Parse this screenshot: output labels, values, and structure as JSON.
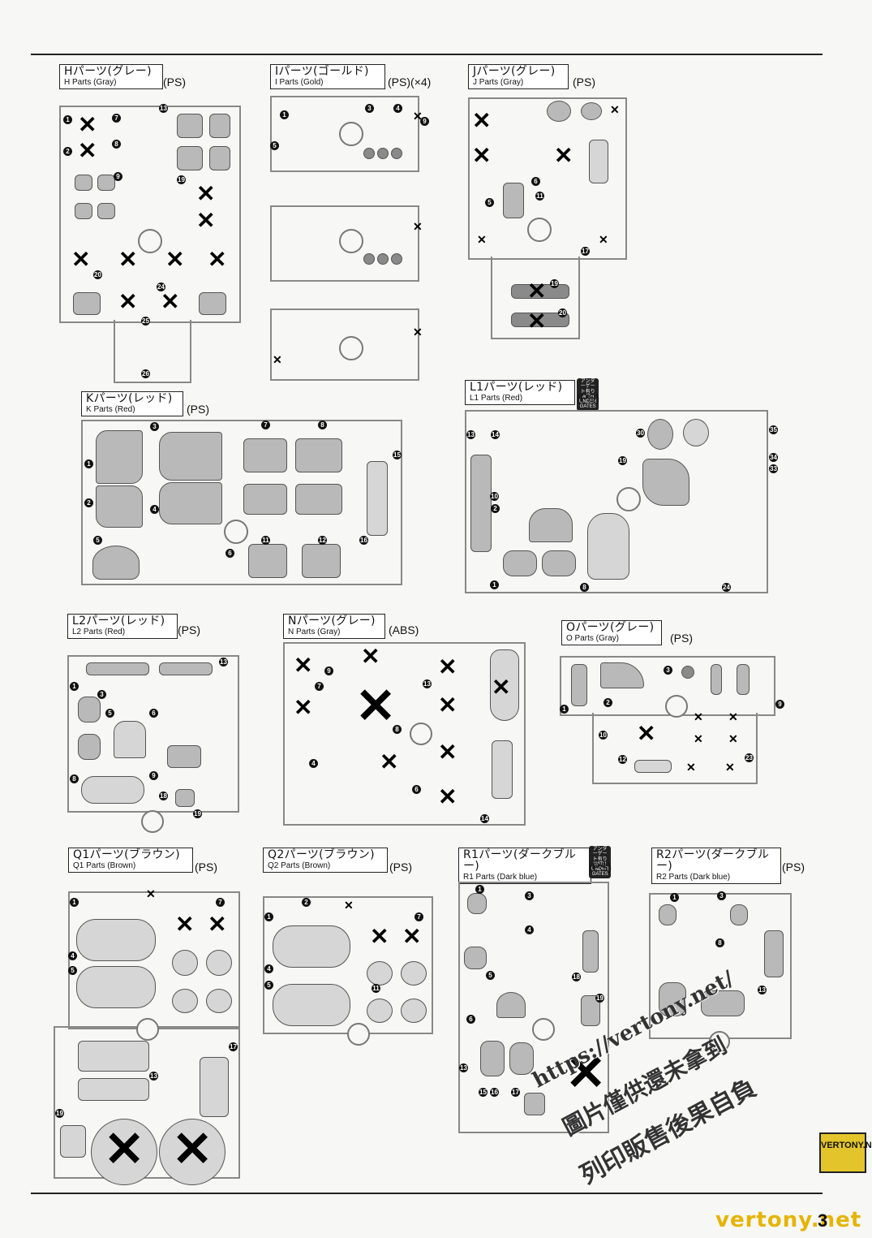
{
  "sections": {
    "H": {
      "jp": "Hパーツ(グレー)",
      "en": "H Parts (Gray)",
      "mat": "(PS)"
    },
    "I": {
      "jp": "Iパーツ(ゴールド)",
      "en": "I Parts (Gold)",
      "mat": "(PS)(×4)"
    },
    "J": {
      "jp": "Jパーツ(グレー)",
      "en": "J Parts (Gray)",
      "mat": "(PS)"
    },
    "K": {
      "jp": "Kパーツ(レッド)",
      "en": "K Parts (Red)",
      "mat": "(PS)"
    },
    "L1": {
      "jp": "L1パーツ(レッド)",
      "en": "L1 Parts (Red)",
      "mat": "(PS)",
      "tag_jp": "アンダーゲート有り",
      "tag_en": "WITH UNDER GATES"
    },
    "L2": {
      "jp": "L2パーツ(レッド)",
      "en": "L2 Parts (Red)",
      "mat": "(PS)"
    },
    "N": {
      "jp": "Nパーツ(グレー)",
      "en": "N Parts (Gray)",
      "mat": "(ABS)"
    },
    "O": {
      "jp": "Oパーツ(グレー)",
      "en": "O Parts (Gray)",
      "mat": "(PS)"
    },
    "Q1": {
      "jp": "Q1パーツ(ブラウン)",
      "en": "Q1 Parts (Brown)",
      "mat": "(PS)"
    },
    "Q2": {
      "jp": "Q2パーツ(ブラウン)",
      "en": "Q2 Parts (Brown)",
      "mat": "(PS)"
    },
    "R1": {
      "jp": "R1パーツ(ダークブルー)",
      "en": "R1 Parts (Dark blue)",
      "mat": "(PS)",
      "tag_jp": "アンダーゲート有り",
      "tag_en": "WITH UNDER GATES"
    },
    "R2": {
      "jp": "R2パーツ(ダークブルー)",
      "en": "R2 Parts (Dark blue)",
      "mat": "(PS)"
    }
  },
  "watermark": {
    "url": "https://vertony.net/",
    "line1": "圖片僅供還未拿到",
    "line2": "列印販售後果自負"
  },
  "footer": {
    "badge": "VERTONY.NET",
    "site": "vertony.net",
    "page": "3"
  }
}
